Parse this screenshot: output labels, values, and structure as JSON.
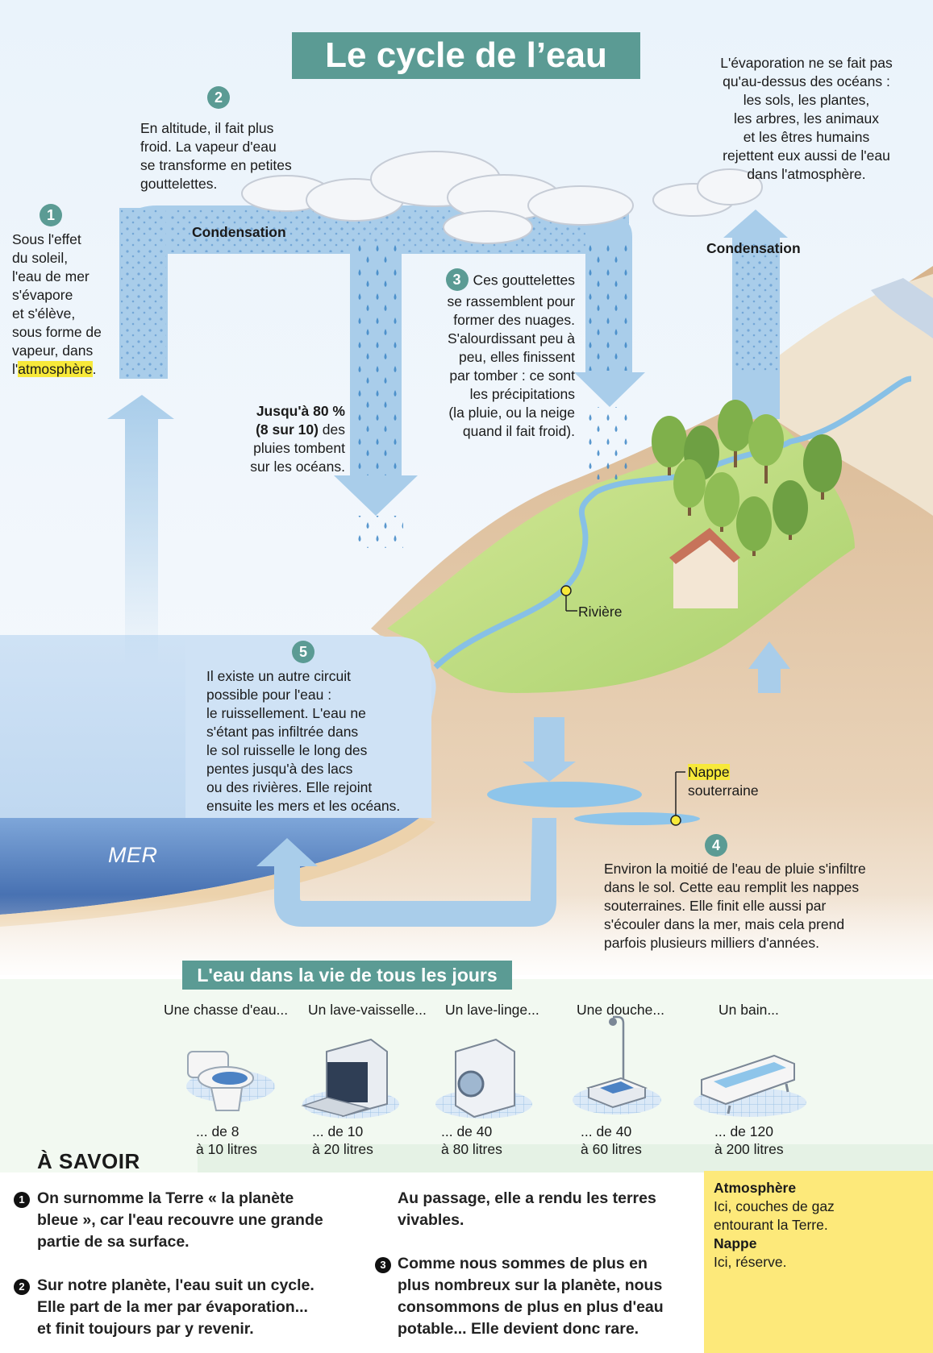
{
  "title": "Le cycle de l’eau",
  "steps": {
    "s1": {
      "number": "1",
      "lines": [
        "Sous l'effet",
        "du soleil,",
        "l'eau de mer",
        "s'évapore",
        "et s'élève,",
        "sous forme de",
        "vapeur, dans"
      ],
      "last_prefix": "l'",
      "last_highlight": "atmosphère",
      "last_suffix": "."
    },
    "s2": {
      "number": "2",
      "lines": [
        "En altitude, il fait plus",
        "froid. La vapeur d'eau",
        "se transforme en petites",
        "gouttelettes."
      ]
    },
    "s3": {
      "number": "3",
      "first_line": "Ces gouttelettes",
      "lines": [
        "se rassemblent pour",
        "former des nuages.",
        "S'alourdissant peu à",
        "peu, elles finissent",
        "par tomber : ce sont",
        "les précipitations",
        "(la pluie, ou la neige",
        "quand il fait froid)."
      ]
    },
    "s4": {
      "number": "4",
      "lines": [
        "Environ la moitié de l'eau de pluie s'infiltre",
        "dans le sol. Cette eau remplit les nappes",
        "souterraines. Elle finit elle aussi par",
        "s'écouler dans la mer, mais cela prend",
        "parfois plusieurs milliers d'années."
      ]
    },
    "s5": {
      "number": "5",
      "lines": [
        "Il existe un autre circuit",
        "possible pour l'eau :",
        "le ruissellement. L'eau ne",
        "s'étant pas infiltrée dans",
        "le sol ruisselle le long des",
        "pentes jusqu'à des lacs",
        "ou des rivières. Elle rejoint",
        "ensuite les mers et les océans."
      ]
    }
  },
  "ocean_rain": {
    "bold1": "Jusqu'à 80 %",
    "bold2": "(8 sur 10)",
    "rest2": " des",
    "line3": "pluies tombent",
    "line4": "sur les océans."
  },
  "evap_note": [
    "L'évaporation ne se fait pas",
    "qu'au-dessus des océans :",
    "les sols, les plantes,",
    "les arbres, les animaux",
    "et les êtres humains",
    "rejettent eux aussi de l'eau",
    "dans l'atmosphère."
  ],
  "labels": {
    "condensation_left": "Condensation",
    "condensation_right": "Condensation",
    "river": "Rivière",
    "nappe": "Nappe",
    "souterraine": "souterraine",
    "sea": "MER"
  },
  "daily": {
    "title": "L'eau dans la vie de tous les jours",
    "items": [
      {
        "label": "Une chasse d'eau...",
        "amount1": "... de 8",
        "amount2": "à 10 litres"
      },
      {
        "label": "Un lave-vaisselle...",
        "amount1": "... de 10",
        "amount2": "à 20 litres"
      },
      {
        "label": "Un lave-linge...",
        "amount1": "... de 40",
        "amount2": "à 80 litres"
      },
      {
        "label": "Une douche...",
        "amount1": "... de 40",
        "amount2": "à 60 litres"
      },
      {
        "label": "Un bain...",
        "amount1": "... de 120",
        "amount2": "à 200 litres"
      }
    ]
  },
  "savoir": {
    "title": "À SAVOIR",
    "points": [
      {
        "number": "1",
        "lines": [
          "On surnomme la Terre « la planète",
          "bleue », car l'eau recouvre une grande",
          "partie de sa surface."
        ]
      },
      {
        "number": "2",
        "lines": [
          "Sur notre planète, l'eau suit un cycle.",
          "Elle part de la mer par évaporation...",
          "et finit toujours par y revenir."
        ]
      },
      {
        "number": "",
        "lines": [
          "Au passage, elle a rendu les terres",
          "vivables."
        ]
      },
      {
        "number": "3",
        "lines": [
          "Comme nous sommes de plus en",
          "plus nombreux sur la planète, nous",
          "consommons de plus en plus d'eau",
          "potable... Elle devient donc rare."
        ]
      }
    ]
  },
  "glossary": [
    {
      "term": "Atmosphère",
      "lines": [
        "Ici, couches de gaz",
        "entourant la Terre."
      ]
    },
    {
      "term": "Nappe",
      "lines": [
        "Ici, réserve."
      ]
    }
  ]
}
